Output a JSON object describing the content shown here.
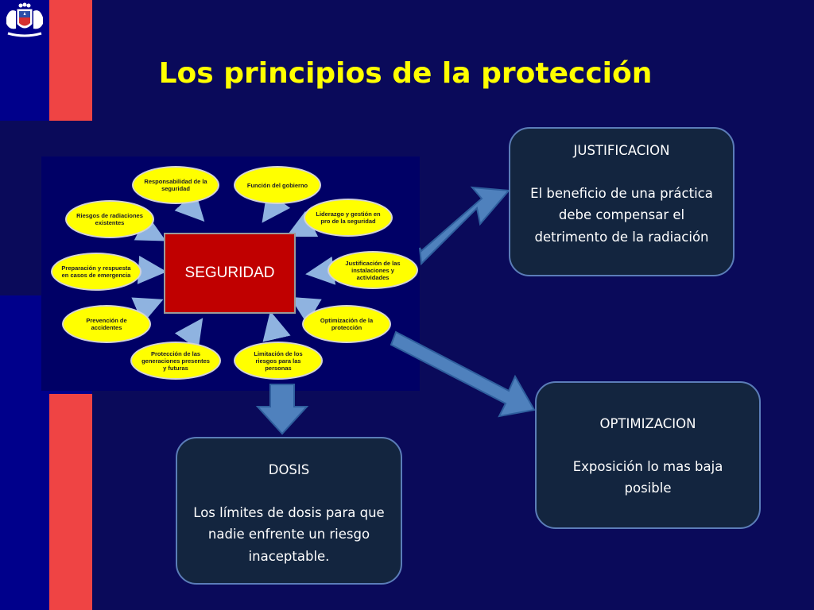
{
  "title": "Los principios de la protección",
  "colors": {
    "background": "#0a0a5a",
    "title": "#ffff00",
    "stripe_red": "#ef4444",
    "stripe_blue": "#00008b",
    "center": "#c00000",
    "ellipse": "#ffff00",
    "box_fill": "#13253f",
    "box_border": "#5b7db8",
    "arrow": "#4f81bd"
  },
  "center": {
    "label": "SEGURIDAD"
  },
  "ellipses": [
    {
      "label": "Responsabilidad de la seguridad"
    },
    {
      "label": "Función del gobierno"
    },
    {
      "label": "Liderazgo y gestión en pro de la seguridad"
    },
    {
      "label": "Justificación de las instalaciones y actividades"
    },
    {
      "label": "Optimización de la protección"
    },
    {
      "label": "Limitación de los riesgos para las personas"
    },
    {
      "label": "Protección de las generaciones presentes y futuras"
    },
    {
      "label": "Prevención de accidentes"
    },
    {
      "label": "Preparación y respuesta en casos de emergencia"
    },
    {
      "label": "Riesgos de radiaciones existentes"
    }
  ],
  "boxes": {
    "justificacion": {
      "heading": "JUSTIFICACION",
      "text": "El beneficio de una práctica debe compensar el detrimento de la radiación"
    },
    "optimizacion": {
      "heading": "OPTIMIZACION",
      "text": "Exposición lo mas baja posible"
    },
    "dosis": {
      "heading": "DOSIS",
      "text": "Los límites de dosis para que nadie enfrente un riesgo inaceptable."
    }
  }
}
